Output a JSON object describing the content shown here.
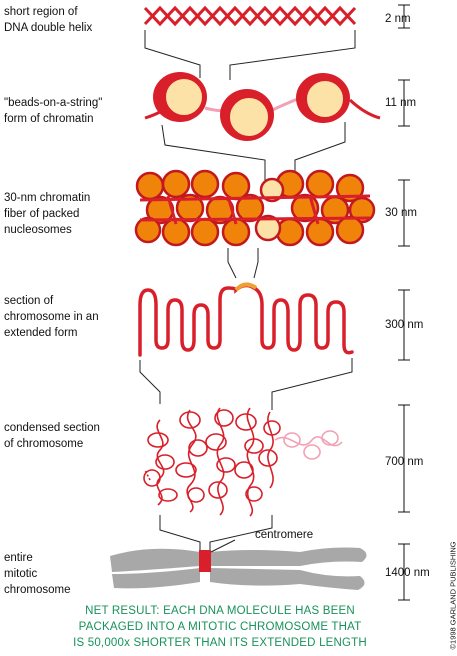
{
  "labels": {
    "l1": "short region of\nDNA double helix",
    "l2": "\"beads-on-a-string\"\nform of chromatin",
    "l3": "30-nm chromatin\nfiber of packed\nnucleosomes",
    "l4": "section of\nchromosome in an\nextended form",
    "l5": "condensed section\nof chromosome",
    "l6": "entire\nmitotic\nchromosome"
  },
  "dims": {
    "d1": "2 nm",
    "d2": "11 nm",
    "d3": "30 nm",
    "d4": "300 nm",
    "d5": "700 nm",
    "d6": "1400 nm"
  },
  "centromere_label": "centromere",
  "net_result": "NET RESULT:  EACH DNA MOLECULE HAS BEEN\nPACKAGED INTO A MITOTIC CHROMOSOME THAT\nIS 50,000x SHORTER THAN ITS EXTENDED LENGTH",
  "copyright": "©1998 GARLAND PUBLISHING",
  "colors": {
    "dna_red": "#d81f2a",
    "bead_fill": "#fde2a8",
    "nucleosome_orange": "#f0830a",
    "linker_pink": "#f2a0b4",
    "chromosome_gray": "#a8a8a8",
    "text_green": "#17925a"
  }
}
